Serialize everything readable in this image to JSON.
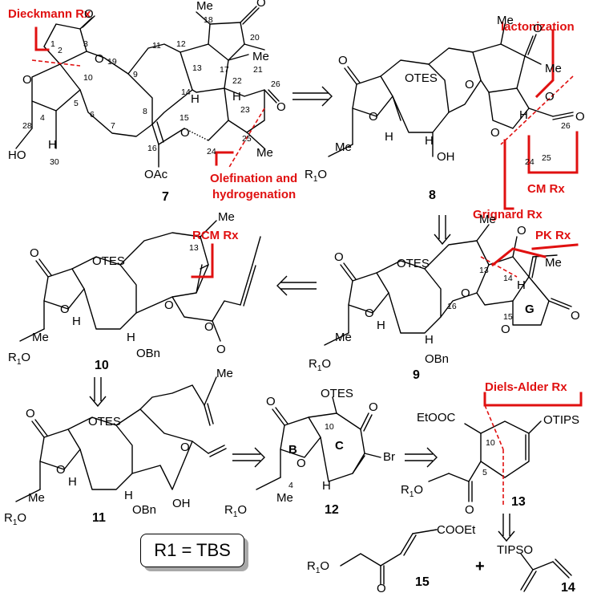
{
  "labels": {
    "dieckmann": "Dieckmann Rx",
    "lactonization": "lactonization",
    "cm": "CM Rx",
    "grignard": "Grignard Rx",
    "olefination_1": "Olefination and",
    "olefination_2": "hydrogenation",
    "rcm": "RCM Rx",
    "pk": "PK Rx",
    "diels_alder": "Diels-Alder Rx"
  },
  "compounds": [
    "7",
    "8",
    "9",
    "10",
    "11",
    "12",
    "13",
    "14",
    "15"
  ],
  "groups": {
    "otes": "OTES",
    "oac": "OAc",
    "obn": "OBn",
    "otips": "OTIPS",
    "tipso": "TIPSO",
    "etooc": "EtOOC",
    "cooet": "COOEt",
    "r1o": "R",
    "r1_sub": "1",
    "o_suffix": "O",
    "me": "Me",
    "ho": "HO",
    "oh": "OH",
    "br": "Br",
    "h": "H",
    "o": "O"
  },
  "rings": {
    "b": "B",
    "c": "C",
    "g": "G"
  },
  "plus": "+",
  "r1_definition": "R1 = TBS",
  "numbering_7": [
    "1",
    "2",
    "3",
    "4",
    "5",
    "6",
    "7",
    "8",
    "9",
    "10",
    "11",
    "12",
    "13",
    "14",
    "15",
    "16",
    "17",
    "18",
    "19",
    "20",
    "21",
    "22",
    "23",
    "24",
    "25",
    "26",
    "28",
    "30"
  ],
  "numbering_8": [
    "24",
    "25",
    "26"
  ],
  "numbering_9": [
    "13",
    "14",
    "15",
    "16"
  ],
  "numbering_10": [
    "13"
  ],
  "numbering_12": [
    "10",
    "4"
  ],
  "numbering_13": [
    "10",
    "5"
  ]
}
